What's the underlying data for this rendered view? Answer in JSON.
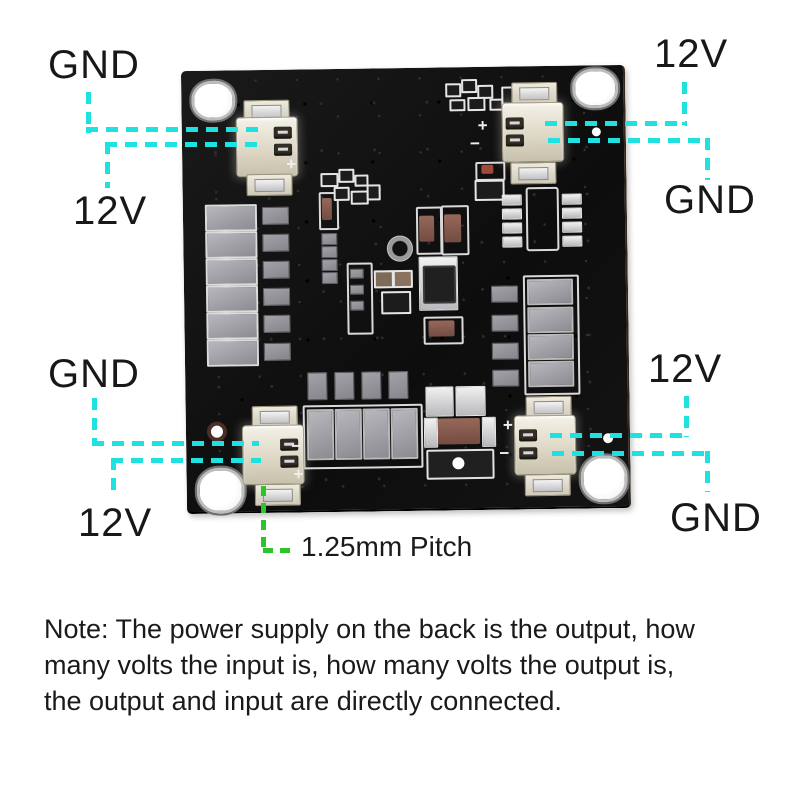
{
  "image_type": "annotated product photo of a 4-port 12V power-distribution PCB",
  "annotations": {
    "labels": [
      {
        "id": "top-left-gnd",
        "text": "GND"
      },
      {
        "id": "top-left-12v",
        "text": "12V"
      },
      {
        "id": "top-right-12v",
        "text": "12V"
      },
      {
        "id": "top-right-gnd",
        "text": "GND"
      },
      {
        "id": "mid-left-gnd",
        "text": "GND"
      },
      {
        "id": "bottom-left-12v",
        "text": "12V"
      },
      {
        "id": "mid-right-12v",
        "text": "12V"
      },
      {
        "id": "bottom-right-gnd",
        "text": "GND"
      }
    ],
    "pitch_label": "1.25mm Pitch",
    "colors": {
      "power_leader_line": "#1ee2e2",
      "pitch_leader_line": "#2bc42b",
      "label_text": "#1a1a1a"
    }
  },
  "board": {
    "connectors": [
      {
        "id": "top-left",
        "minus": "−",
        "plus": "+"
      },
      {
        "id": "top-right",
        "minus": "−",
        "plus": "+"
      },
      {
        "id": "bottom-left",
        "minus": "−",
        "plus": "+"
      },
      {
        "id": "bottom-right",
        "minus": "−",
        "plus": "+"
      }
    ]
  },
  "note": {
    "lines": [
      "Note: The power supply on the back is the output, how",
      "many volts the input is, how many volts the output is,",
      "the output and input are directly connected."
    ]
  }
}
